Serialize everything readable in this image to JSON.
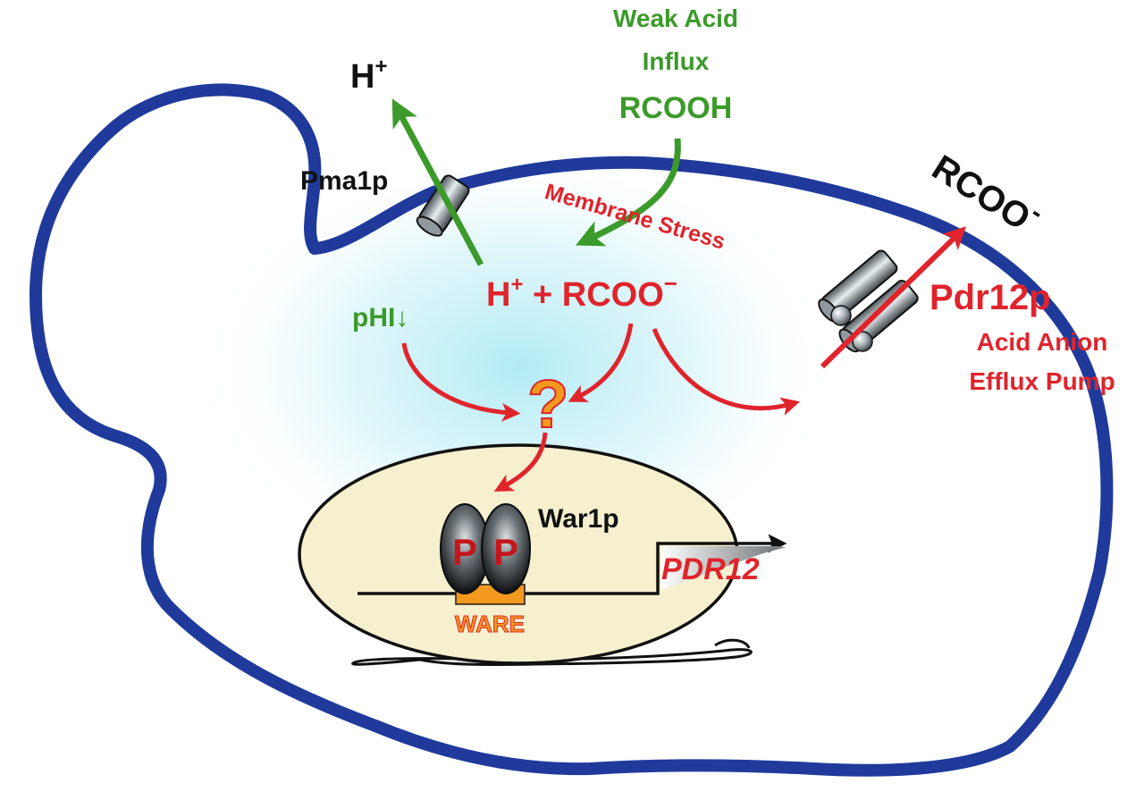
{
  "labels": {
    "proton_out": "H",
    "proton_out_charge": "+",
    "weak_acid_line1": "Weak Acid",
    "weak_acid_line2": "Influx",
    "weak_acid_line3": "RCOOH",
    "pma1p": "Pma1p",
    "membrane_stress": "Membrane Stress",
    "anion_out": "RCOO",
    "anion_out_charge": "-",
    "dissociation_h": "H",
    "dissociation_plus_sup": "+",
    "dissociation_mid": " + RCOO",
    "dissociation_minus_sup": "−",
    "phi": "pHI",
    "phi_arrow": "↓",
    "question": "?",
    "pdr12p": "Pdr12p",
    "pump_line1": "Acid Anion",
    "pump_line2": "Efflux Pump",
    "war1p": "War1p",
    "phospho_left": "P",
    "phospho_right": "P",
    "ware": "WARE",
    "gene": "PDR12"
  },
  "colors": {
    "membrane": "#1f3a9b",
    "green": "#3b9a2a",
    "red": "#e0242c",
    "orange": "#f39a1e",
    "nucleus": "#f6f0cf",
    "glow": "#bfeef6",
    "black": "#111111"
  }
}
